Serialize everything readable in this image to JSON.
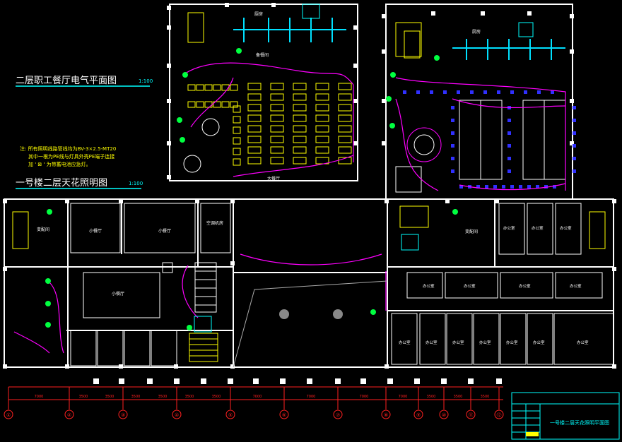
{
  "titles": {
    "top": "二层职工餐厅电气平面图",
    "top_scale": "1:100",
    "bottom": "一号楼二层天花照明图",
    "bottom_scale": "1:100"
  },
  "notes": {
    "line1": "注: 所有照明线路管线均为BV-3×2.5-MT20",
    "line2": "其中一根为PE线与灯具外壳PE端子连接",
    "line3": "加 ' ⊠ ' 为带蓄电池应急灯。"
  },
  "rooms": {
    "kitchen_left": "厨房",
    "kitchen_right": "厨房",
    "dining_hall": "大餐厅",
    "counter": "备餐间",
    "small_hall_1": "小餐厅",
    "small_hall_2": "小餐厅",
    "small_hall_3": "小餐厅",
    "aircon_room": "空调机房",
    "stair_room_left": "变配间",
    "stair_room_right": "变配间",
    "offices": [
      "办公室",
      "办公室",
      "办公室",
      "办公室",
      "办公室",
      "办公室",
      "办公室",
      "办公室",
      "办公室",
      "办公室",
      "办公室",
      "办公室",
      "办公室",
      "办公室"
    ]
  },
  "axes": {
    "labels": [
      "①",
      "②",
      "③",
      "④",
      "⑤",
      "⑥",
      "⑦",
      "⑧",
      "⑨",
      "⑩",
      "⑪",
      "⑫"
    ],
    "dims": [
      "7000",
      "3500",
      "3500",
      "3500",
      "3500",
      "3500",
      "3500",
      "7000",
      "7000",
      "7000",
      "7000",
      "3500",
      "3500",
      "3500",
      "3500"
    ]
  },
  "title_block": {
    "drawing_name": "一号楼二层天花照明平面图"
  },
  "colors": {
    "wall": "#ffffff",
    "wiring": "#ff00ff",
    "fixture": "#ffff00",
    "duct": "#00ffff",
    "lamp_blue": "#3030ff",
    "green": "#00ff00",
    "axis": "#ff2020"
  }
}
